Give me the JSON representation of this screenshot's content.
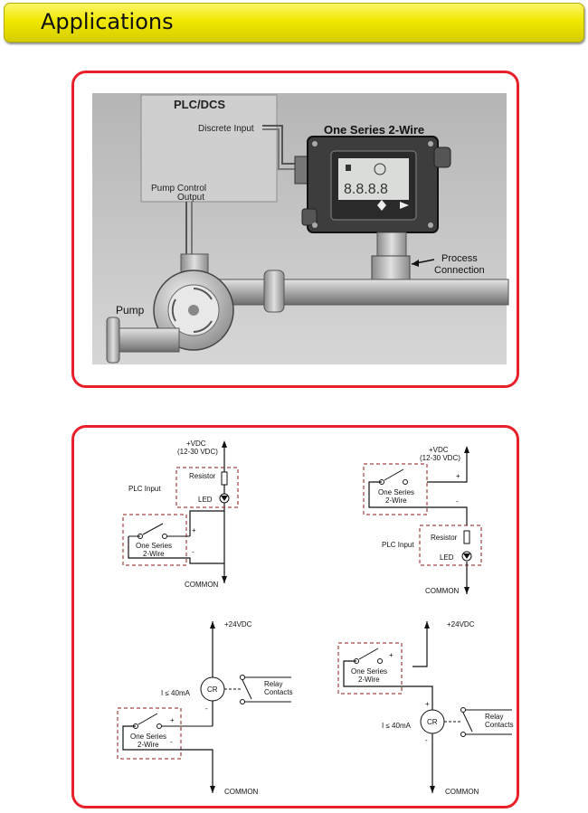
{
  "header": {
    "title": "Applications"
  },
  "top_diagram": {
    "plc_title": "PLC/DCS",
    "discrete_input": "Discrete Input",
    "pump_control_1": "Pump Control",
    "pump_control_2": "Output",
    "device_title": "One Series 2-Wire",
    "process_1": "Process",
    "process_2": "Connection",
    "pump": "Pump"
  },
  "circuit_1": {
    "vdc": "+VDC",
    "vdc_range": "(12-30 VDC)",
    "resistor": "Resistor",
    "led": "LED",
    "plc_input": "PLC Input",
    "plus": "+",
    "minus": "-",
    "switch_1": "One Series",
    "switch_2": "2-Wire",
    "common": "COMMON"
  },
  "circuit_2": {
    "vdc": "+VDC",
    "vdc_range": "(12-30 VDC)",
    "plus": "+",
    "minus": "-",
    "switch_1": "One Series",
    "switch_2": "2-Wire",
    "resistor": "Resistor",
    "led": "LED",
    "plc_input": "PLC Input",
    "common": "COMMON"
  },
  "circuit_3": {
    "supply": "+24VDC",
    "cr": "CR",
    "current": "I ≤ 40mA",
    "relay_1": "Relay",
    "relay_2": "Contacts",
    "plus": "+",
    "minus": "-",
    "switch_1": "One Series",
    "switch_2": "2-Wire",
    "common": "COMMON"
  },
  "circuit_4": {
    "supply": "+24VDC",
    "switch_1": "One Series",
    "switch_2": "2-Wire",
    "plus": "+",
    "minus": "-",
    "cr": "CR",
    "current": "I ≤ 40mA",
    "relay_1": "Relay",
    "relay_2": "Contacts",
    "common": "COMMON"
  },
  "colors": {
    "header": "#f0e800",
    "panel_border": "#e8202a",
    "dashed_box": "#8b1a1a"
  }
}
